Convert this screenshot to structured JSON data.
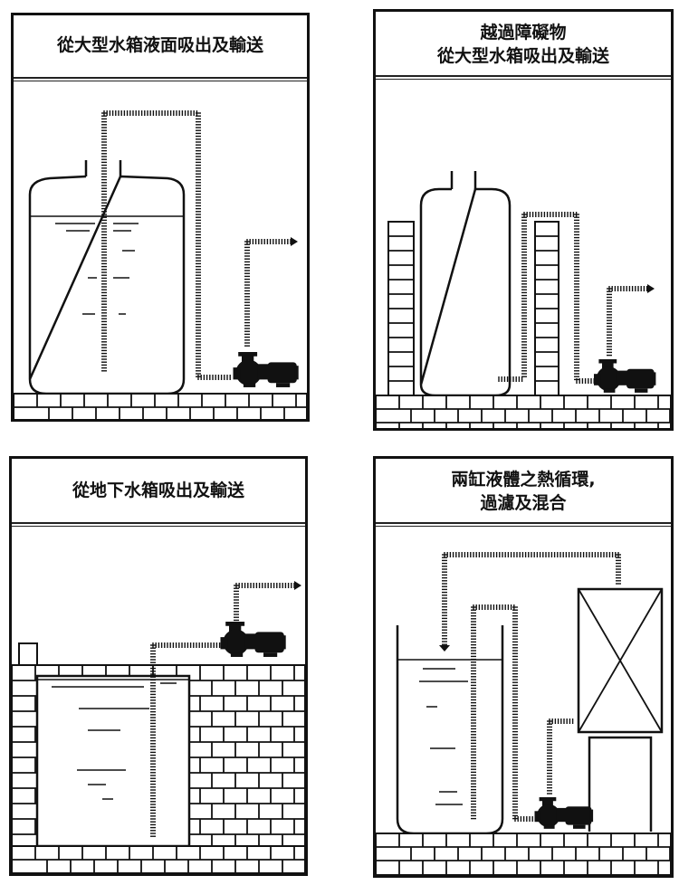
{
  "panels": [
    {
      "title_lines": [
        "從大型水箱液面吸出及輸送"
      ]
    },
    {
      "title_lines": [
        "越過障礙物",
        "從大型水箱吸出及輸送"
      ]
    },
    {
      "title_lines": [
        "從地下水箱吸出及輸送"
      ]
    },
    {
      "title_lines": [
        "兩缸液體之熱循環,",
        "過濾及混合"
      ]
    }
  ],
  "colors": {
    "ink": "#111111",
    "background": "#ffffff"
  }
}
